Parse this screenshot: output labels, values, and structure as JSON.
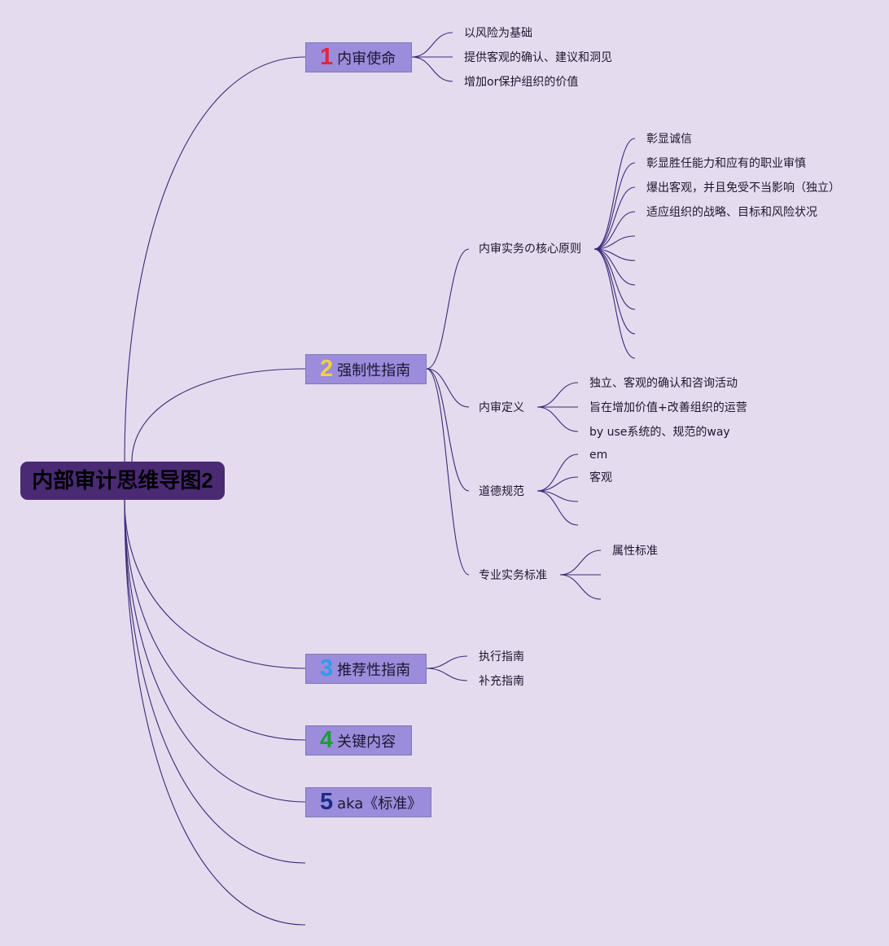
{
  "root": {
    "label": "内部审计思维导图2"
  },
  "branches": [
    {
      "num": "1",
      "label": "内审使命",
      "num_color": "#e8223c"
    },
    {
      "num": "2",
      "label": "强制性指南",
      "num_color": "#f2cf4a"
    },
    {
      "num": "3",
      "label": "推荐性指南",
      "num_color": "#2f9be8"
    },
    {
      "num": "4",
      "label": "关键内容",
      "num_color": "#1e9c3a"
    },
    {
      "num": "5",
      "label": "aka《标准》",
      "num_color": "#1c2a8a"
    }
  ],
  "mission_items": [
    "以风险为基础",
    "提供客观的确认、建议和洞见",
    "增加or保护组织的价值"
  ],
  "mandatory": {
    "core_principles": {
      "label": "内审实务の核心原则",
      "items": [
        "彰显诚信",
        "彰显胜任能力和应有的职业审慎",
        "爆出客观，并且免受不当影响（独立）",
        "适应组织的战略、目标和风险状况"
      ]
    },
    "definition": {
      "label": "内审定义",
      "items": [
        "独立、客观的确认和咨询活动",
        "旨在增加价值+改善组织的运营",
        "by use系统的、规范的way"
      ]
    },
    "ethics": {
      "label": "道德规范",
      "items": [
        "em",
        "客观"
      ]
    },
    "standards": {
      "label": "专业实务标准",
      "items": [
        "属性标准"
      ]
    }
  },
  "recommended_items": [
    "执行指南",
    "补充指南"
  ],
  "colors": {
    "background": "#e4dcee",
    "root_fill": "#4b2a74",
    "branch_fill": "#9b8ddb",
    "branch_border": "#7f78b7",
    "connector": "#3b2a7a"
  }
}
